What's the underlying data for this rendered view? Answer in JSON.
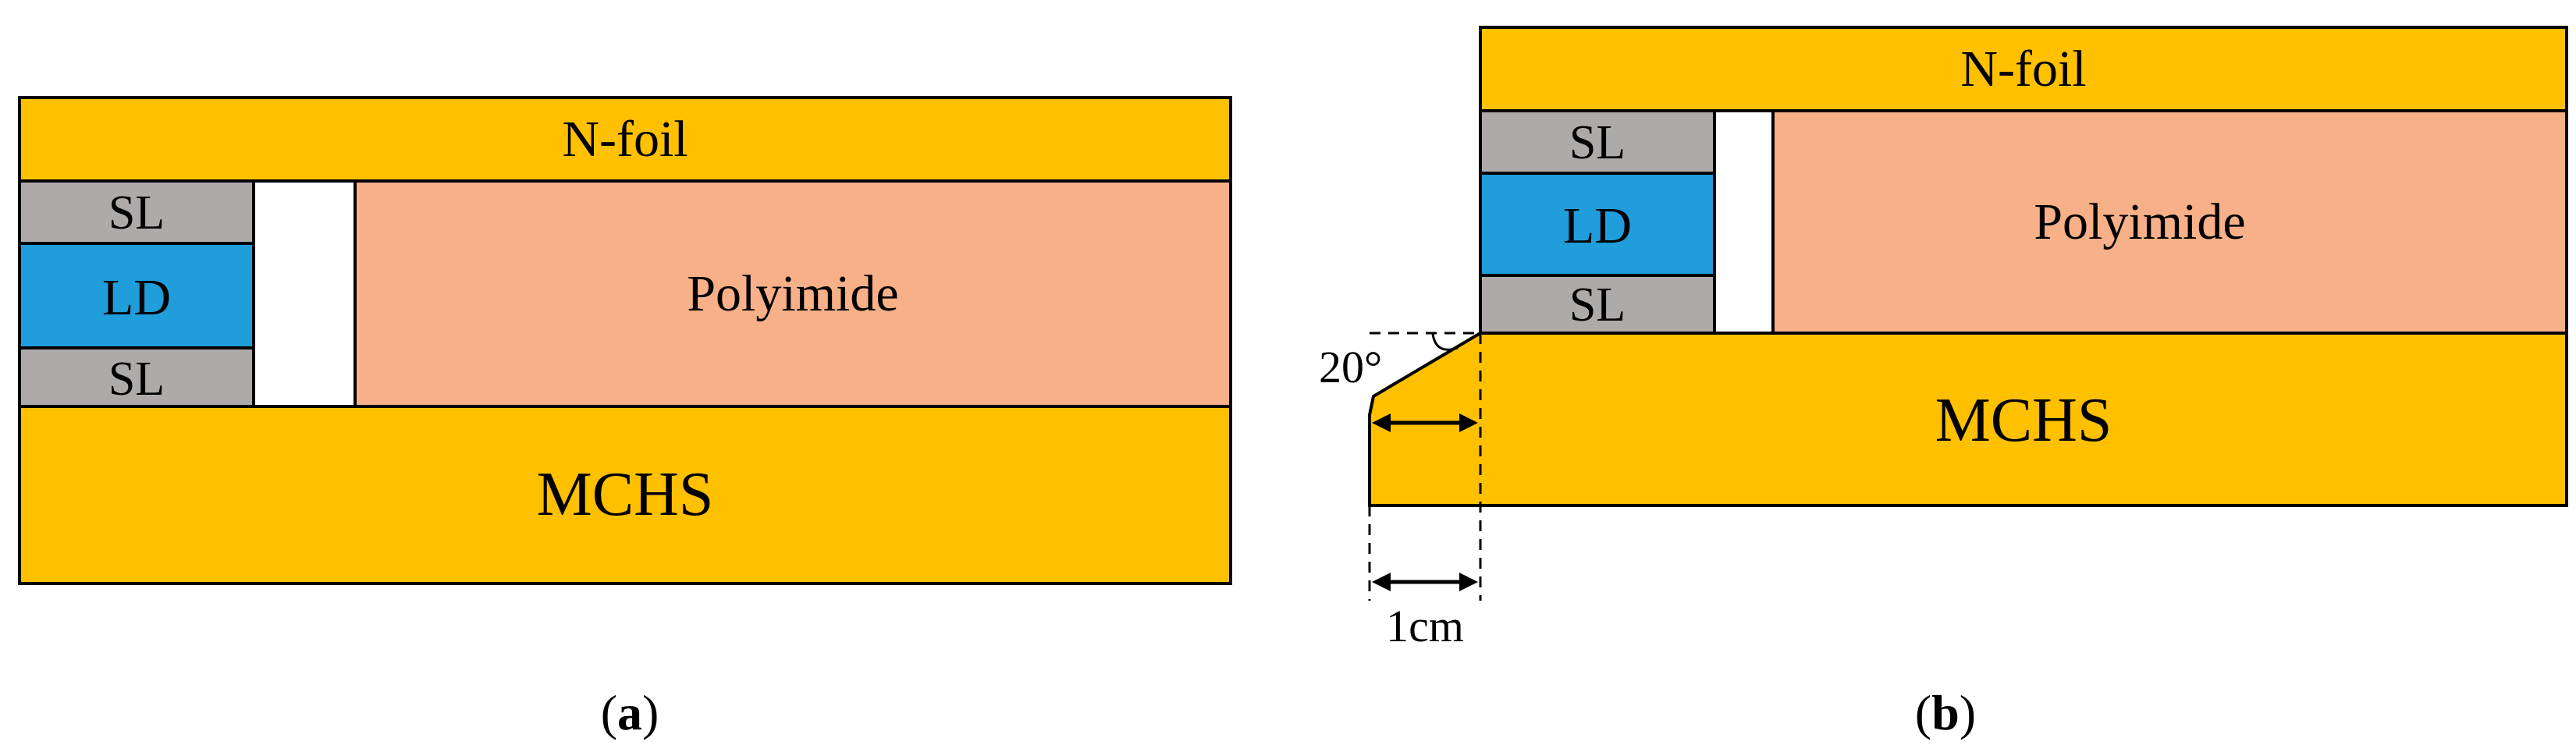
{
  "colors": {
    "foil": "#FFC000",
    "mchs": "#FFC000",
    "sl": "#AEAAAA",
    "ld": "#1F9EDB",
    "polyimide": "#F8B088",
    "gap": "#FFFFFF",
    "outline": "#000000"
  },
  "panel_a": {
    "label": "(a)",
    "label_letter": "a",
    "nfoil": "N-foil",
    "sl_top": "SL",
    "ld": "LD",
    "sl_bottom": "SL",
    "polyimide": "Polyimide",
    "mchs": "MCHS"
  },
  "panel_b": {
    "label": "(b)",
    "label_letter": "b",
    "nfoil": "N-foil",
    "sl_top": "SL",
    "ld": "LD",
    "sl_bottom": "SL",
    "polyimide": "Polyimide",
    "mchs": "MCHS",
    "angle": "20°",
    "dimension": "1cm"
  }
}
